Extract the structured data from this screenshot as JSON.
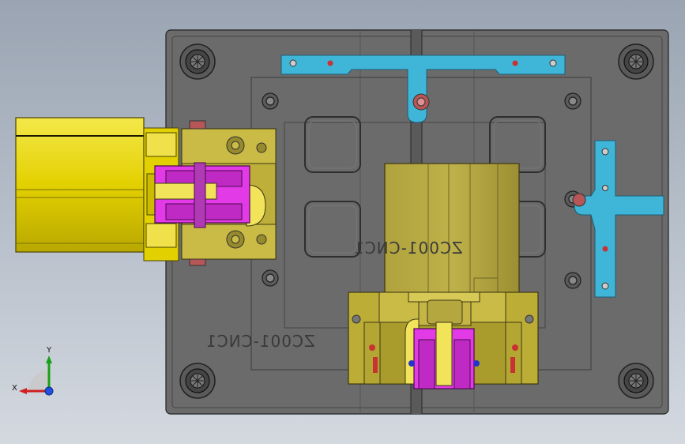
{
  "model": {
    "part_marking_top": "ZC001-CNC1",
    "part_marking_bottom": "ZC001-CNC1"
  },
  "triad": {
    "x_label": "X",
    "y_label": "Y"
  },
  "colors": {
    "background_top": "#9aa4b2",
    "plate": "#6e6e6e",
    "plate_dark": "#4f4f4f",
    "cylinder": "#e6d400",
    "slider_block": "#b9ab2f",
    "cavity_insert": "#a79a3a",
    "pusher": "#e23ae6",
    "cooling_channel": "#3fb6d8"
  }
}
